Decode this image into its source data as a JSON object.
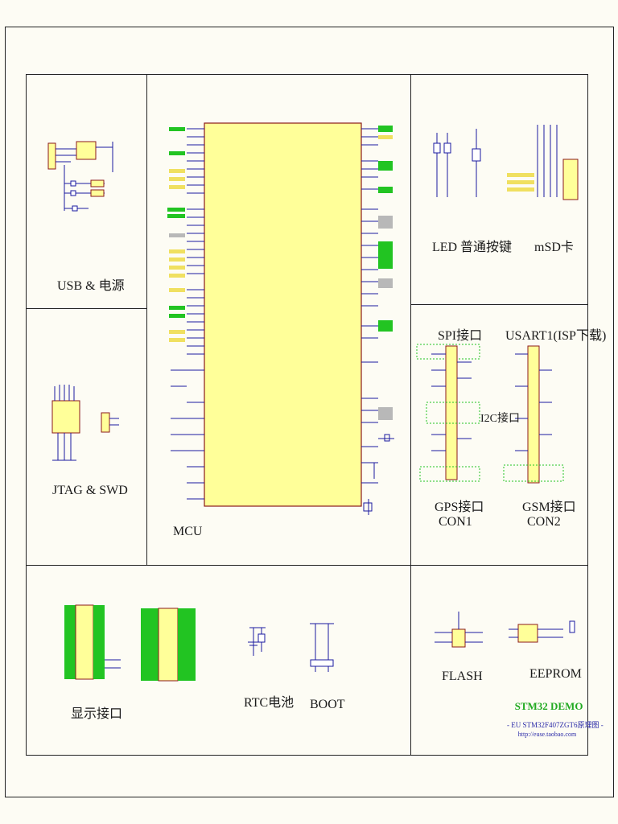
{
  "sections": {
    "usb": "USB & 电源",
    "jtag": "JTAG & SWD",
    "mcu": "MCU",
    "led": "LED",
    "button": "普通按键",
    "msd": "mSD卡",
    "spi": "SPI接口",
    "usart": "USART1(ISP下载)",
    "i2c": "I2C接口",
    "gps": "GPS接口",
    "con1": "CON1",
    "gsm": "GSM接口",
    "con2": "CON2",
    "display": "显示接口",
    "rtc": "RTC电池",
    "boot": "BOOT",
    "flash": "FLASH",
    "eeprom": "EEPROM"
  },
  "credits": {
    "title": "STM32 DEMO",
    "subtitle": "- EU STM32F407ZGT6原理图 -",
    "url": "http://euse.taobao.com"
  },
  "colors": {
    "wire": "#1a1aa0",
    "ic_fill": "#ffff99",
    "ic_border": "#8b1a1a",
    "net_green": "#22c422",
    "net_yellow": "#f0e060",
    "net_gray": "#b8b8b8",
    "credit_green": "#22aa22",
    "credit_blue": "#2a2aa8"
  }
}
